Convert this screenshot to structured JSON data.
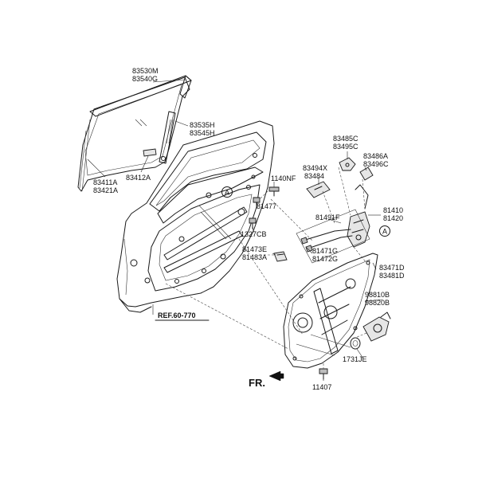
{
  "labels": {
    "p83530m": "83530M",
    "p83540g": "83540G",
    "p83535h": "83535H",
    "p83545h": "83545H",
    "p83411a": "83411A",
    "p83421a": "83421A",
    "p83412a": "83412A",
    "p1140nf": "1140NF",
    "p81477": "81477",
    "p1327cb": "1327CB",
    "p81473e": "81473E",
    "p81483a": "81483A",
    "p83494x": "83494X",
    "p83484": "83484",
    "p83485c": "83485C",
    "p83495c": "83495C",
    "p83486a": "83486A",
    "p83496c": "83496C",
    "p81410": "81410",
    "p81420": "81420",
    "p81491f": "81491F",
    "p81471g": "81471G",
    "p81472g": "81472G",
    "p83471d": "83471D",
    "p83481d": "83481D",
    "p98810b": "98810B",
    "p98820b": "98820B",
    "p1731je": "1731JE",
    "p11407": "11407",
    "ref": "REF.60-770",
    "fr": "FR.",
    "markerA1": "A",
    "markerA2": "A"
  }
}
